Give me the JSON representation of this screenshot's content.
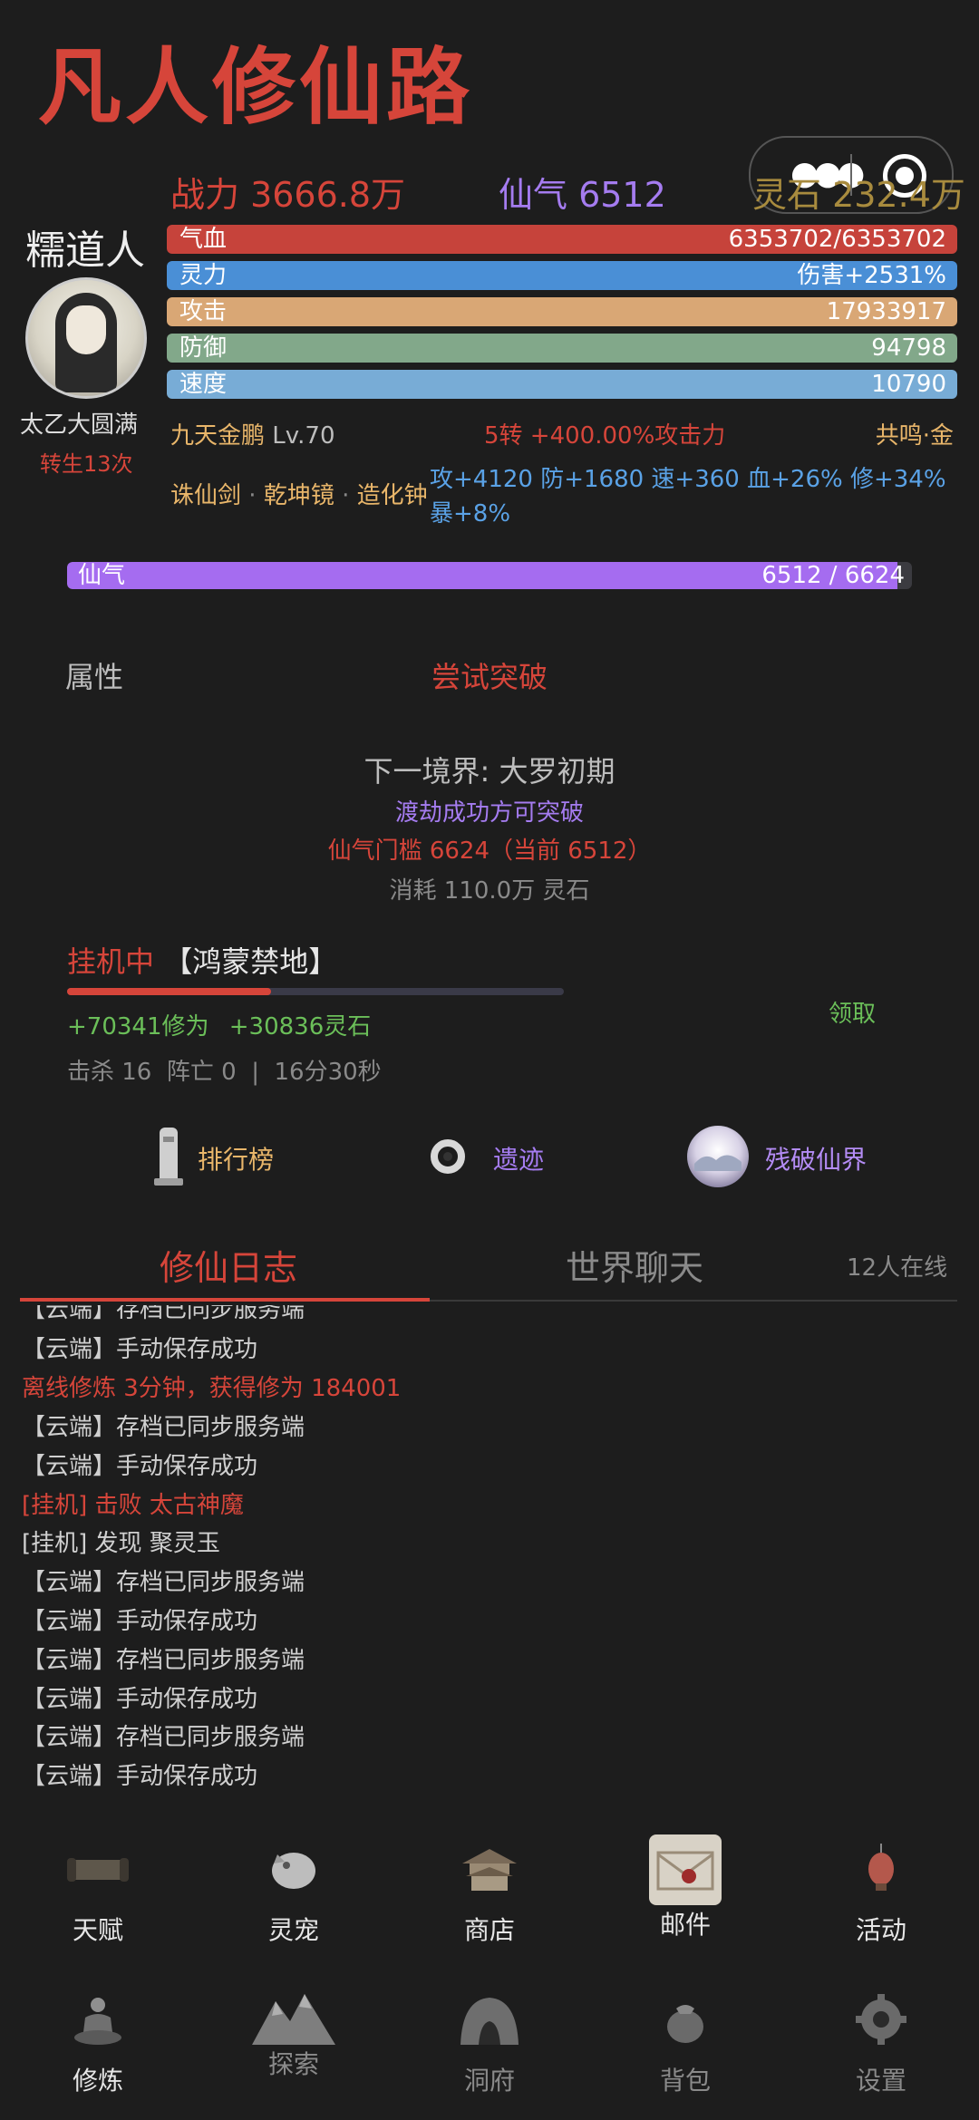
{
  "app": {
    "title": "凡人修仙路"
  },
  "header": {
    "power": "战力 3666.8万",
    "xianqi": "仙气 6512",
    "lingshi": "灵石 232.4万"
  },
  "profile": {
    "name": "糯道人",
    "realm": "太乙大圆满",
    "rebirth": "转生13次"
  },
  "bars": {
    "hp": {
      "label": "气血",
      "value": "6353702/6353702",
      "color": "#c6433b"
    },
    "mp": {
      "label": "灵力",
      "value": "伤害+2531%",
      "color": "#4a8fd6"
    },
    "atk": {
      "label": "攻击",
      "value": "17933917",
      "color": "#d9a775"
    },
    "def": {
      "label": "防御",
      "value": "94798",
      "color": "#82a88a"
    },
    "spd": {
      "label": "速度",
      "value": "10790",
      "color": "#78acd6"
    }
  },
  "pet": {
    "name": "九天金鹏",
    "level": "Lv.70",
    "bonus": "5转 +400.00%攻击力",
    "resonance": "共鸣·金"
  },
  "equipment": {
    "items": [
      "诛仙剑",
      "乾坤镜",
      "造化钟"
    ],
    "sep": "·",
    "stats_line1": "攻+4120 防+1680 速+360 血+26% 修+34%",
    "stats_line2": "暴+8%"
  },
  "xianqi_bar": {
    "label": "仙气",
    "value": "6512 / 6624",
    "fraction": 0.983
  },
  "section": {
    "attr_label": "属性",
    "breakthrough_label": "尝试突破"
  },
  "breakthrough": {
    "next_realm": "下一境界: 大罗初期",
    "hint": "渡劫成功方可突破",
    "threshold": "仙气门槛 6624（当前 6512）",
    "cost": "消耗 110.0万 灵石"
  },
  "idle": {
    "status": "挂机中",
    "location": "【鸿蒙禁地】",
    "progress": 0.41,
    "gain_exp": "+70341修为",
    "gain_stone": "+30836灵石",
    "claim": "领取",
    "stats": "击杀 16  阵亡 0  |  16分30秒"
  },
  "features": [
    {
      "label": "排行榜",
      "color": "#e9b66a",
      "icon": "pillar-icon"
    },
    {
      "label": "遗迹",
      "color": "#a57cf0",
      "icon": "ring-icon"
    },
    {
      "label": "残破仙界",
      "color": "#b48cf5",
      "icon": "realm-orb-icon"
    }
  ],
  "tabs": {
    "log": "修仙日志",
    "chat": "世界聊天",
    "online": "12人在线"
  },
  "log": [
    {
      "text": "【云端】存档已同步服务端",
      "kind": "grey"
    },
    {
      "text": "【云端】手动保存成功",
      "kind": "grey"
    },
    {
      "text": "离线修炼 3分钟，获得修为 184001",
      "kind": "red"
    },
    {
      "text": "【云端】存档已同步服务端",
      "kind": "grey"
    },
    {
      "text": "【云端】手动保存成功",
      "kind": "grey"
    },
    {
      "text": "[挂机] 击败 太古神魔",
      "kind": "red"
    },
    {
      "text": "[挂机] 发现 聚灵玉",
      "kind": "grey"
    },
    {
      "text": "【云端】存档已同步服务端",
      "kind": "grey"
    },
    {
      "text": "【云端】手动保存成功",
      "kind": "grey"
    },
    {
      "text": "【云端】存档已同步服务端",
      "kind": "grey"
    },
    {
      "text": "【云端】手动保存成功",
      "kind": "grey"
    },
    {
      "text": "【云端】存档已同步服务端",
      "kind": "grey"
    },
    {
      "text": "【云端】手动保存成功",
      "kind": "grey"
    }
  ],
  "nav_row1": [
    {
      "label": "天赋",
      "icon": "scroll-icon"
    },
    {
      "label": "灵宠",
      "icon": "beast-icon"
    },
    {
      "label": "商店",
      "icon": "pavilion-icon"
    },
    {
      "label": "邮件",
      "icon": "letter-icon"
    },
    {
      "label": "活动",
      "icon": "lantern-icon"
    }
  ],
  "nav_row2": [
    {
      "label": "修炼",
      "icon": "meditate-icon"
    },
    {
      "label": "探索",
      "icon": "mountain-icon"
    },
    {
      "label": "洞府",
      "icon": "cave-icon"
    },
    {
      "label": "背包",
      "icon": "bag-icon"
    },
    {
      "label": "设置",
      "icon": "gear-icon"
    }
  ]
}
